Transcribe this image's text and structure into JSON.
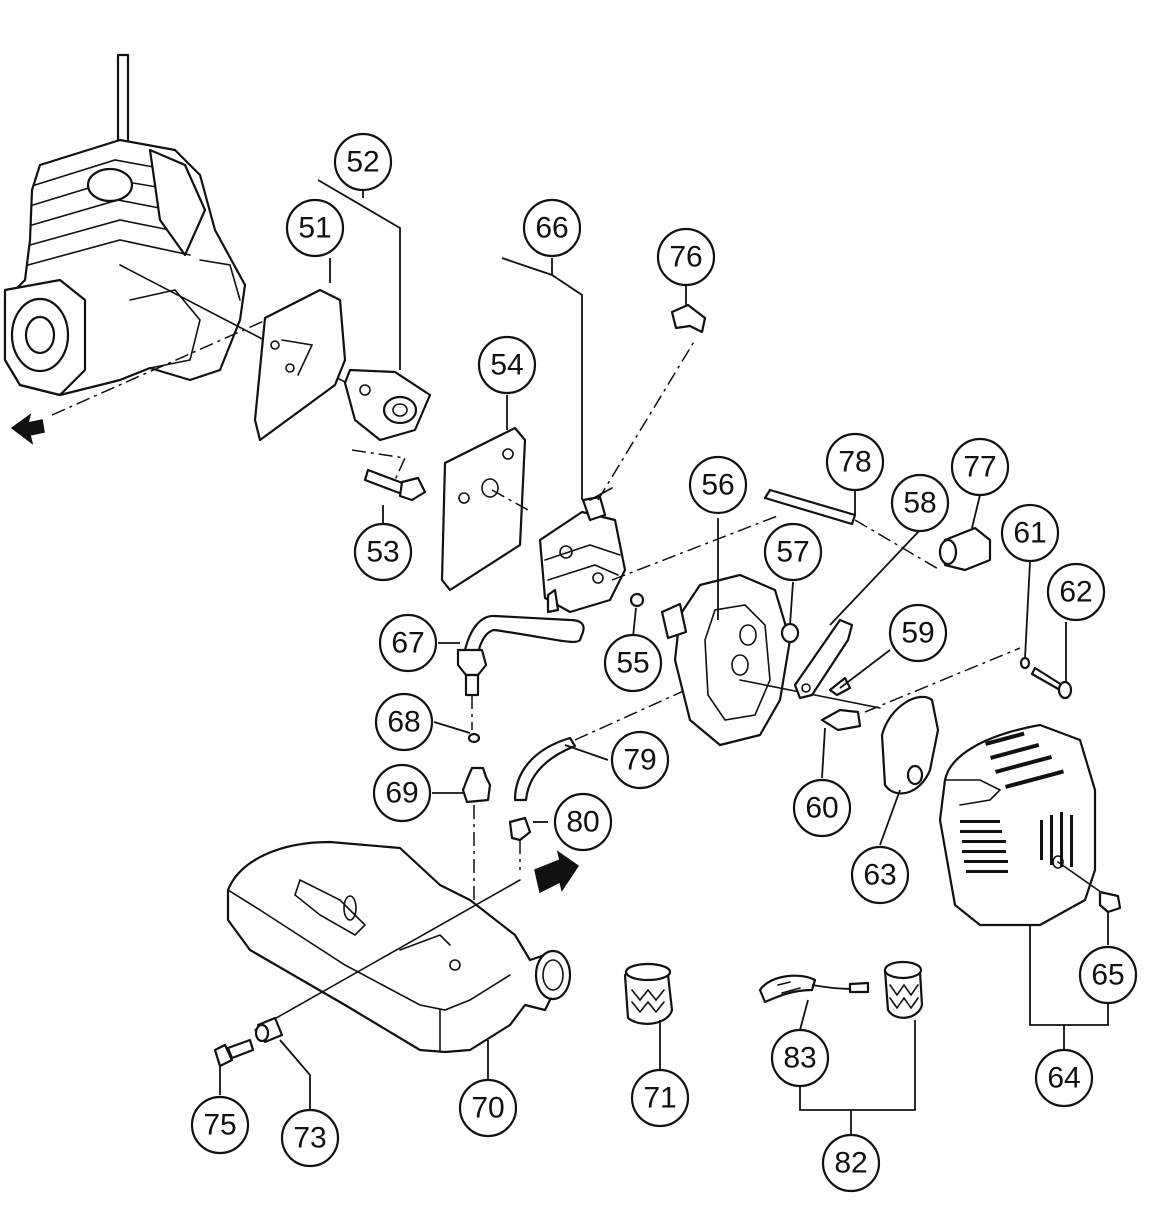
{
  "callouts": {
    "c51": "51",
    "c52": "52",
    "c53": "53",
    "c54": "54",
    "c55": "55",
    "c56": "56",
    "c57": "57",
    "c58": "58",
    "c59": "59",
    "c60": "60",
    "c61": "61",
    "c62": "62",
    "c63": "63",
    "c64": "64",
    "c65": "65",
    "c66": "66",
    "c67": "67",
    "c68": "68",
    "c69": "69",
    "c70": "70",
    "c71": "71",
    "c73": "73",
    "c75": "75",
    "c76": "76",
    "c77": "77",
    "c78": "78",
    "c79": "79",
    "c80": "80",
    "c82": "82",
    "c83": "83"
  }
}
